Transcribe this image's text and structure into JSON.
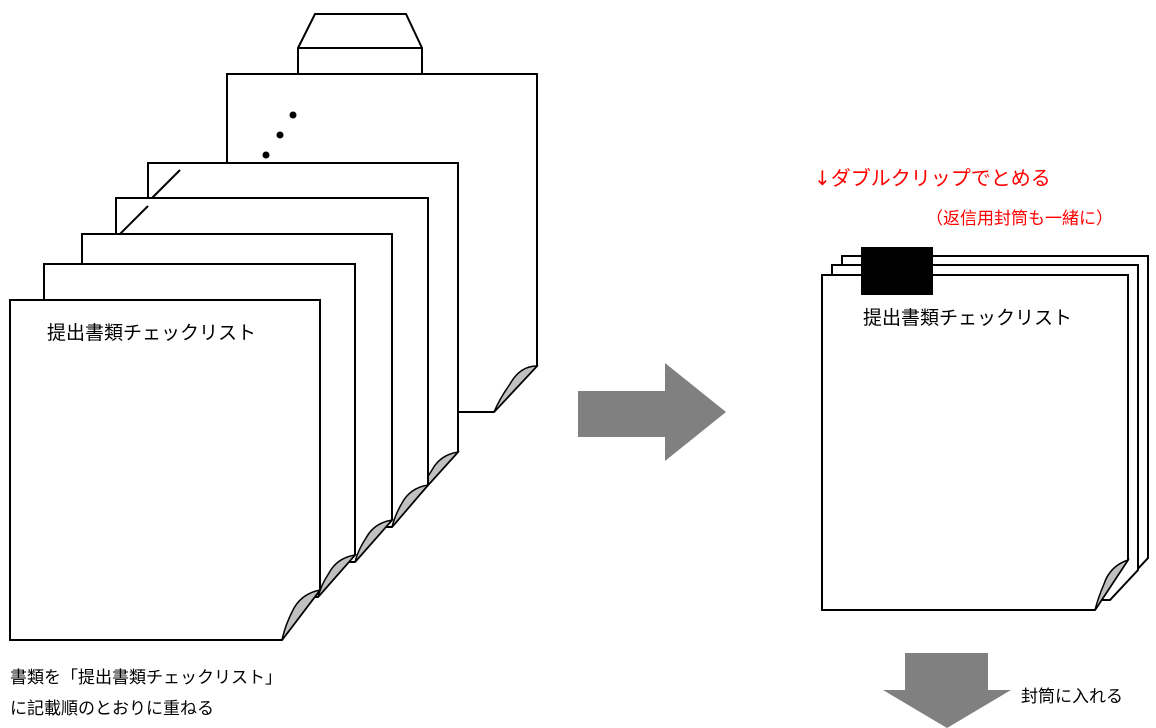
{
  "left_stack": {
    "top_sheet_label": "提出書類チェックリスト",
    "caption_line1": "書類を「提出書類チェックリスト」",
    "caption_line2": "に記載順のとおりに重ねる"
  },
  "right_stack": {
    "top_sheet_label": "提出書類チェックリスト",
    "clip_note": "↓ダブルクリップでとめる",
    "clip_note_sub": "（返信用封筒も一緒に）"
  },
  "down_step": {
    "label": "封筒に入れる"
  },
  "colors": {
    "arrow": "#808080",
    "fold": "#c0c0c0",
    "note": "#ff0000",
    "clip": "#000000"
  }
}
